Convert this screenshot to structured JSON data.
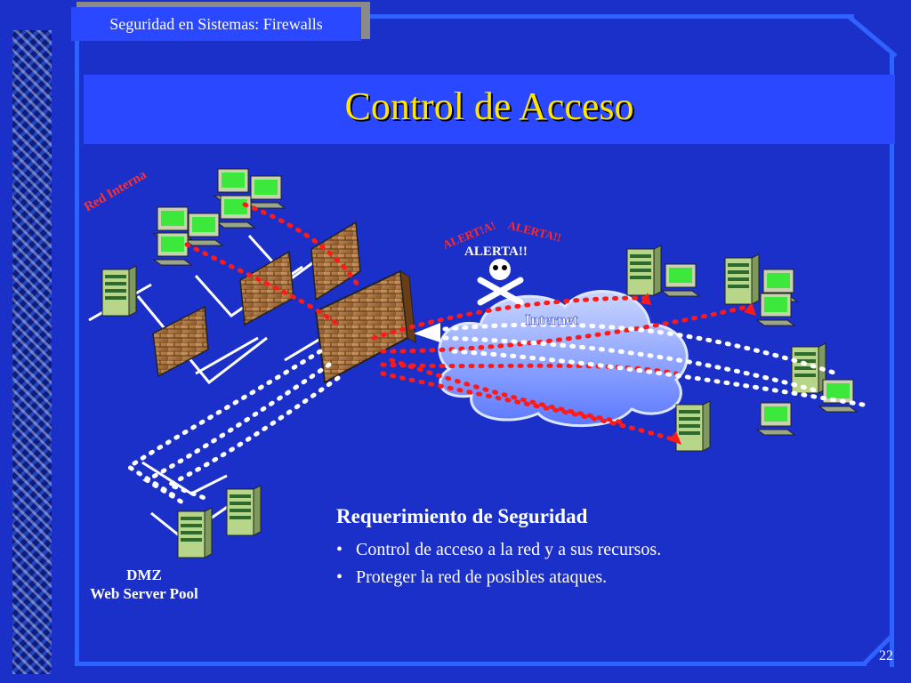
{
  "header": {
    "tab_label": "Seguridad en Sistemas: Firewalls"
  },
  "slide": {
    "title": "Control de Acceso",
    "page_number": "22"
  },
  "diagram": {
    "internal_network_label": "Red Interna",
    "internet_label": "Internet",
    "alerts": [
      "ALERT!A!",
      "ALERTA!!",
      "ALERTA!!"
    ],
    "dmz_label": "DMZ",
    "dmz_sublabel": "Web Server Pool"
  },
  "content": {
    "heading": "Requerimiento de Seguridad",
    "bullets": [
      "Control de acceso a la red y a sus recursos.",
      "Proteger la red de posibles ataques."
    ]
  },
  "colors": {
    "background": "#1b2fc9",
    "title": "#ffe400",
    "accent": "#2a48ff"
  }
}
